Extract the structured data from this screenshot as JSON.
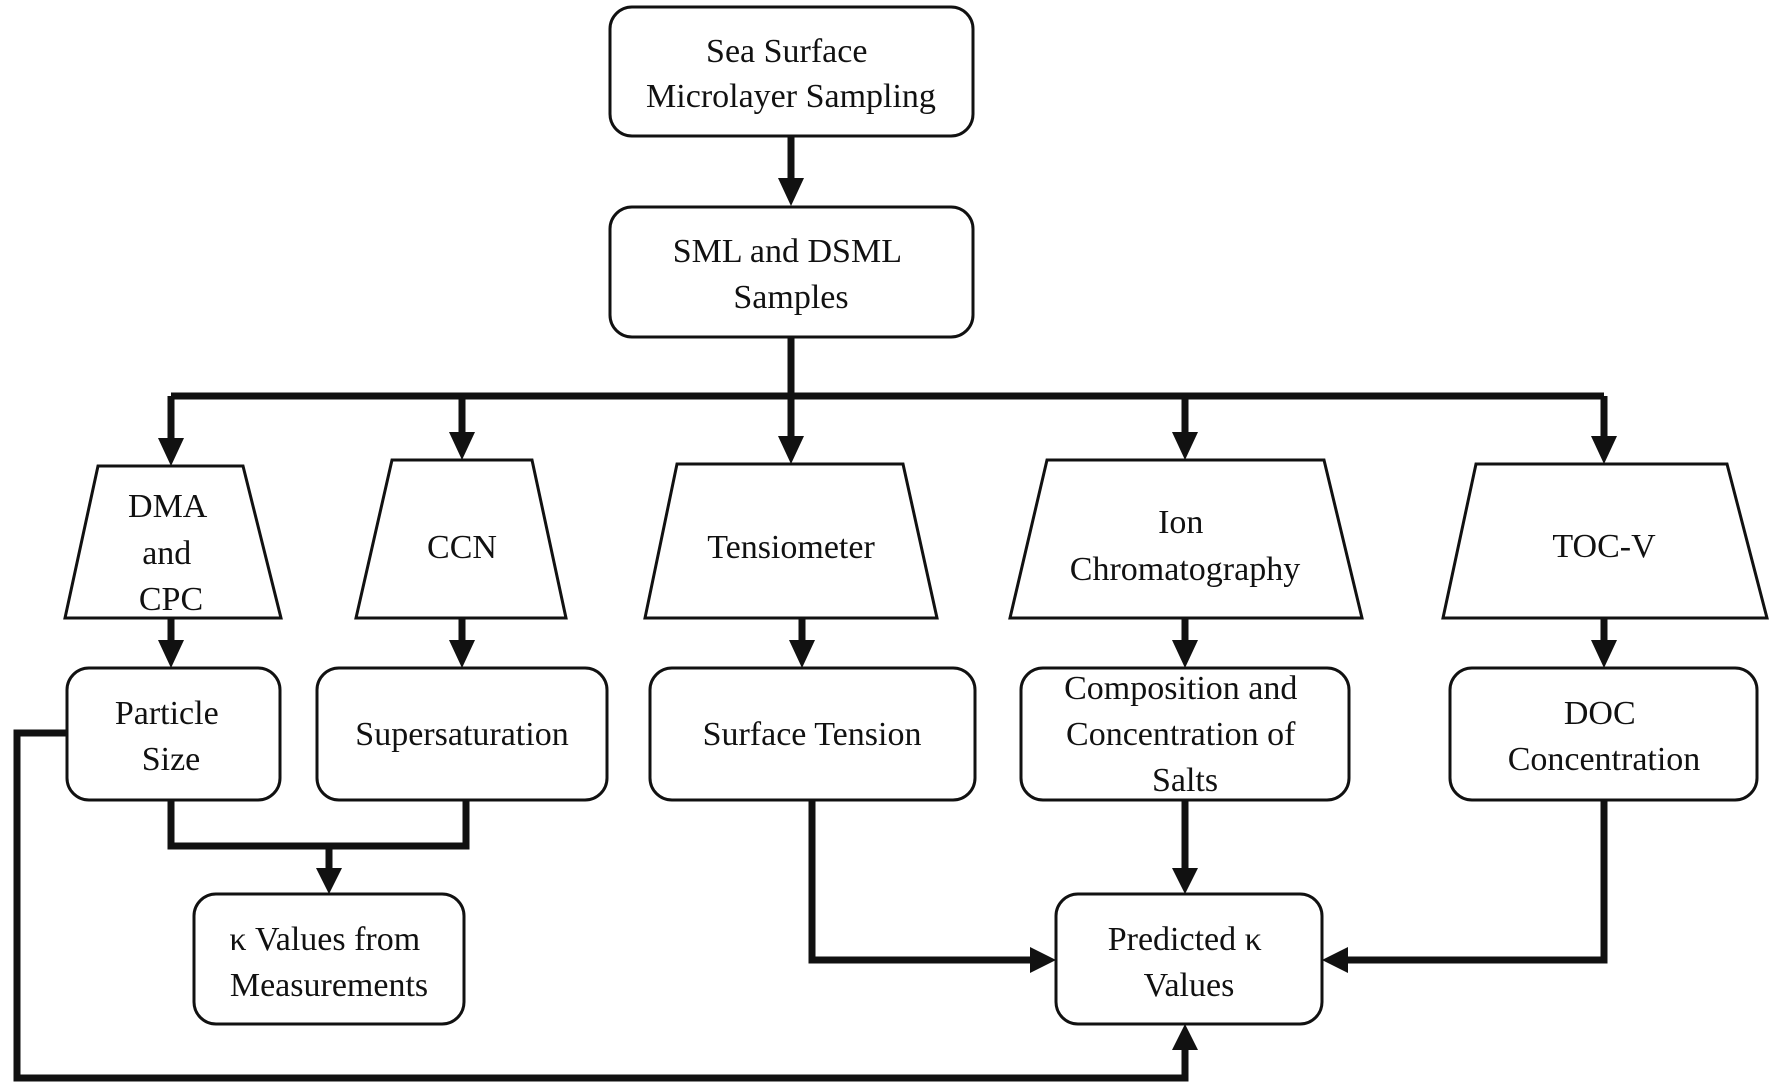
{
  "nodes": {
    "sampling": [
      "Sea Surface",
      "Microlayer Sampling"
    ],
    "samples": [
      "SML and DSML",
      "Samples"
    ],
    "dma": [
      "DMA",
      "and",
      "CPC"
    ],
    "ccn": [
      "CCN"
    ],
    "tensiometer": [
      "Tensiometer"
    ],
    "ion": [
      "Ion",
      "Chromatography"
    ],
    "toc": [
      "TOC-V"
    ],
    "particle": [
      "Particle",
      "Size"
    ],
    "supersat": [
      "Supersaturation"
    ],
    "surface": [
      "Surface Tension"
    ],
    "composition": [
      "Composition and",
      "Concentration of",
      "Salts"
    ],
    "doc": [
      "DOC",
      "Concentration"
    ],
    "kappa_meas": [
      "κ Values from",
      "Measurements"
    ],
    "predicted": [
      "Predicted κ",
      "Values"
    ]
  }
}
